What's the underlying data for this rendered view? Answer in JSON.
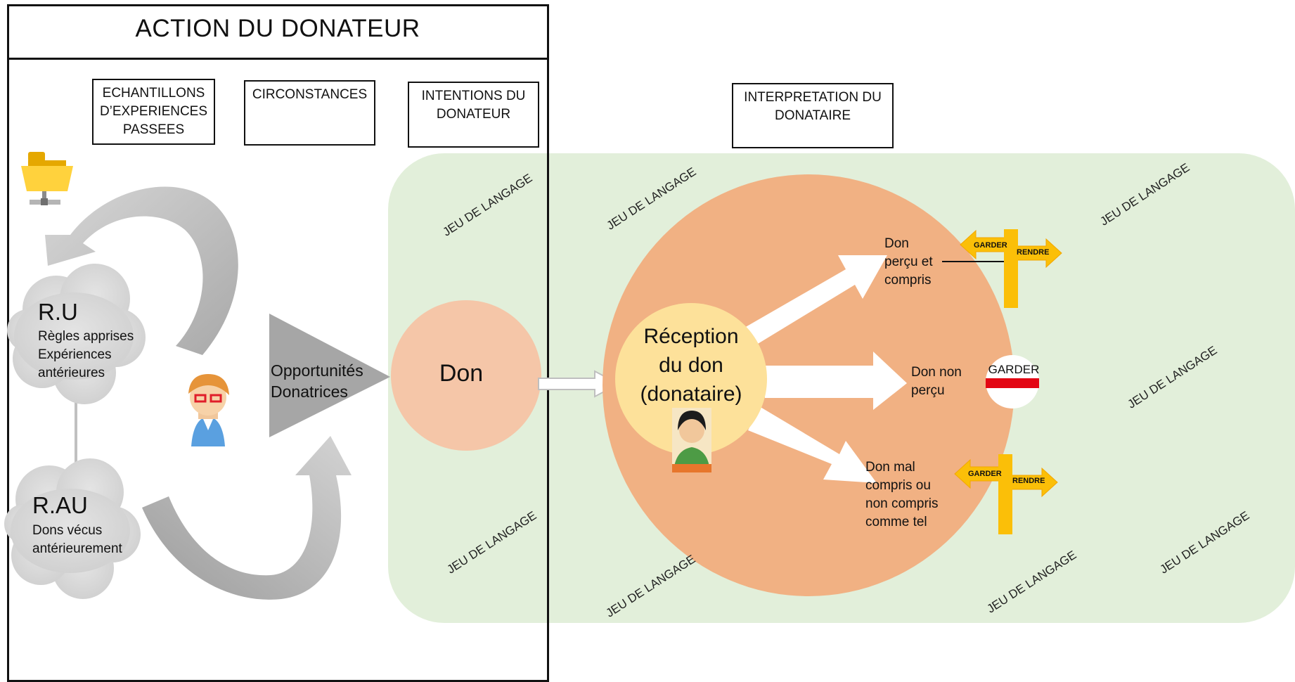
{
  "header": {
    "title": "ACTION DU DONATEUR"
  },
  "boxes": {
    "echantillons": "ECHANTILLONS\nD’EXPERIENCES\nPASSEES",
    "circonstances": "CIRCONSTANCES",
    "intentions": "INTENTIONS DU\nDONATEUR",
    "interpretation": "INTERPRETATION DU\nDONATAIRE"
  },
  "clouds": {
    "ru": {
      "title": "R.U",
      "text": "Règles apprises\nExpériences\nantérieures"
    },
    "rau": {
      "title": "R.AU",
      "text": "Dons vécus\nantérieurement"
    }
  },
  "opportunites": "Opportunités\nDonatrices",
  "don": "Don",
  "reception": "Réception\ndu don\n(donataire)",
  "outcomes": {
    "compris": "Don\nperçu et\ncompris",
    "non_percu": "Don non\nperçu",
    "mal_compris": "Don mal\ncompris ou\nnon compris\ncomme tel"
  },
  "signposts": {
    "top": {
      "left": "GARDER",
      "right": "RENDRE"
    },
    "bottom": {
      "left": "GARDER",
      "right": "RENDRE"
    },
    "middle": "GARDER"
  },
  "jeu_de_langage": "JEU DE LANGAGE",
  "icons": {
    "folder": "folder-network-icon",
    "donor": "person-with-glasses-icon",
    "recipient": "person-avatar-icon"
  },
  "colors": {
    "green_zone": "#e2efda",
    "big_circle": "#f1b183",
    "don_circle": "#f5c6a8",
    "reception_circle": "#fde19a",
    "gray": "#bdbdbd",
    "sign": "#fbbf08",
    "red": "#e30613"
  }
}
